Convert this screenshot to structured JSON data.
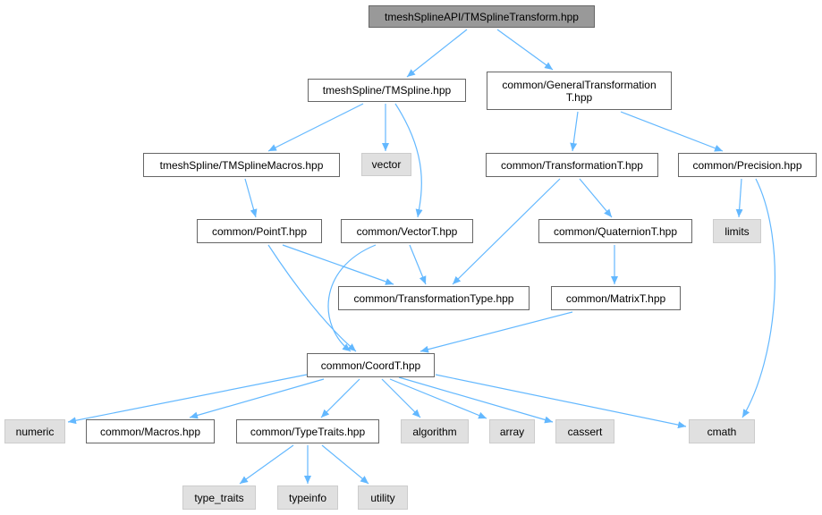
{
  "colors": {
    "edge": "#63b8ff",
    "root_fill": "#999999",
    "system_fill": "#e0e0e0",
    "node_border": "#666666"
  },
  "nodes": {
    "root": "tmeshSplineAPI/TMSplineTransform.hpp",
    "tmspline": "tmeshSpline/TMSpline.hpp",
    "generaltransformation": "common/GeneralTransformation\nT.hpp",
    "tmsplinemacros": "tmeshSpline/TMSplineMacros.hpp",
    "vector": "vector",
    "transformationt": "common/TransformationT.hpp",
    "precision": "common/Precision.hpp",
    "pointt": "common/PointT.hpp",
    "vectort": "common/VectorT.hpp",
    "quaterniont": "common/QuaternionT.hpp",
    "limits": "limits",
    "transformationtype": "common/TransformationType.hpp",
    "matrixt": "common/MatrixT.hpp",
    "coordt": "common/CoordT.hpp",
    "numeric": "numeric",
    "macros": "common/Macros.hpp",
    "typetraits": "common/TypeTraits.hpp",
    "algorithm": "algorithm",
    "array": "array",
    "cassert": "cassert",
    "cmath": "cmath",
    "type_traits": "type_traits",
    "typeinfo": "typeinfo",
    "utility": "utility"
  }
}
